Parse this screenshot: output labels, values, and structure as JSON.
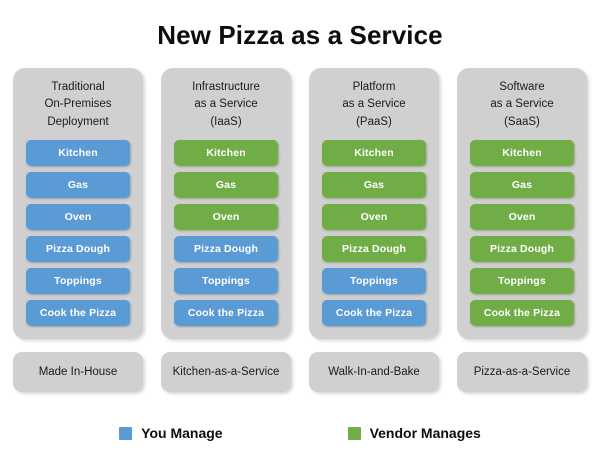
{
  "title": "New Pizza as a Service",
  "colors": {
    "you_manage": "#5b9bd5",
    "vendor_manages": "#70ad47",
    "card_background": "#d0d0d0",
    "page_background": "#ffffff",
    "title_text": "#0d0d0d"
  },
  "columns": [
    {
      "header_lines": [
        "Traditional",
        "On-Premises",
        "Deployment"
      ],
      "footer": "Made In-House",
      "items": [
        {
          "label": "Kitchen",
          "owner": "you"
        },
        {
          "label": "Gas",
          "owner": "you"
        },
        {
          "label": "Oven",
          "owner": "you"
        },
        {
          "label": "Pizza Dough",
          "owner": "you"
        },
        {
          "label": "Toppings",
          "owner": "you"
        },
        {
          "label": "Cook the Pizza",
          "owner": "you"
        }
      ]
    },
    {
      "header_lines": [
        "Infrastructure",
        "as a Service",
        "(IaaS)"
      ],
      "footer": "Kitchen-as-a-Service",
      "items": [
        {
          "label": "Kitchen",
          "owner": "vendor"
        },
        {
          "label": "Gas",
          "owner": "vendor"
        },
        {
          "label": "Oven",
          "owner": "vendor"
        },
        {
          "label": "Pizza Dough",
          "owner": "you"
        },
        {
          "label": "Toppings",
          "owner": "you"
        },
        {
          "label": "Cook the Pizza",
          "owner": "you"
        }
      ]
    },
    {
      "header_lines": [
        "Platform",
        "as a Service",
        "(PaaS)"
      ],
      "footer": "Walk-In-and-Bake",
      "items": [
        {
          "label": "Kitchen",
          "owner": "vendor"
        },
        {
          "label": "Gas",
          "owner": "vendor"
        },
        {
          "label": "Oven",
          "owner": "vendor"
        },
        {
          "label": "Pizza Dough",
          "owner": "vendor"
        },
        {
          "label": "Toppings",
          "owner": "you"
        },
        {
          "label": "Cook the Pizza",
          "owner": "you"
        }
      ]
    },
    {
      "header_lines": [
        "Software",
        "as a Service",
        "(SaaS)"
      ],
      "footer": "Pizza-as-a-Service",
      "items": [
        {
          "label": "Kitchen",
          "owner": "vendor"
        },
        {
          "label": "Gas",
          "owner": "vendor"
        },
        {
          "label": "Oven",
          "owner": "vendor"
        },
        {
          "label": "Pizza Dough",
          "owner": "vendor"
        },
        {
          "label": "Toppings",
          "owner": "vendor"
        },
        {
          "label": "Cook the Pizza",
          "owner": "vendor"
        }
      ]
    }
  ],
  "legend": [
    {
      "label": "You Manage",
      "owner": "you",
      "swatch": "blue-square-icon"
    },
    {
      "label": "Vendor Manages",
      "owner": "vendor",
      "swatch": "green-square-icon"
    }
  ]
}
